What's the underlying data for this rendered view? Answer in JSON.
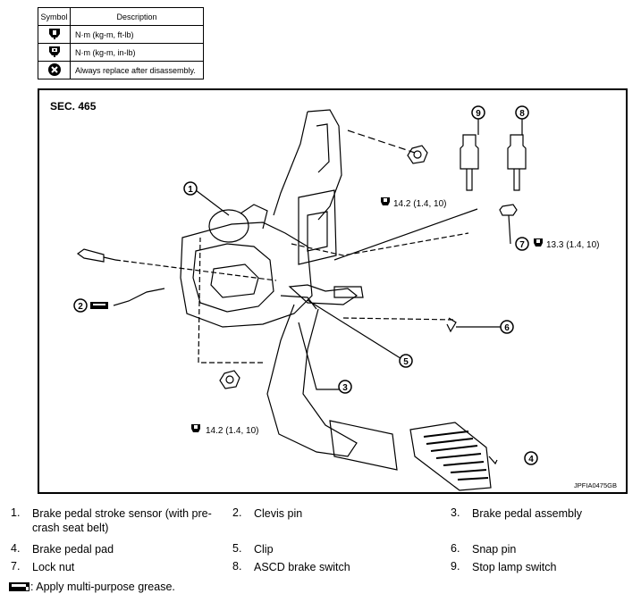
{
  "legend": {
    "header_symbol": "Symbol",
    "header_description": "Description",
    "rows": [
      {
        "icon": "torque-wrench-icon",
        "text": "N·m (kg-m, ft-lb)"
      },
      {
        "icon": "torque-wrench-inlb-icon",
        "text": "N·m (kg-m, in-lb)"
      },
      {
        "icon": "always-replace-icon",
        "text": "Always replace after disassembly."
      }
    ]
  },
  "diagram": {
    "section": "SEC. 465",
    "code": "JPFIA0475GB",
    "callouts": {
      "c1": "1",
      "c2": "2",
      "c3": "3",
      "c4": "4",
      "c5": "5",
      "c6": "6",
      "c7": "7",
      "c8": "8",
      "c9": "9"
    },
    "torques": {
      "upper_nut": "14.2 (1.4, 10)",
      "lock_nut": "13.3 (1.4, 10)",
      "lower_nut": "14.2 (1.4, 10)"
    }
  },
  "parts": [
    {
      "num": "1.",
      "name": "Brake pedal stroke sensor (with pre-crash seat belt)"
    },
    {
      "num": "2.",
      "name": "Clevis pin"
    },
    {
      "num": "3.",
      "name": "Brake pedal assembly"
    },
    {
      "num": "4.",
      "name": "Brake pedal pad"
    },
    {
      "num": "5.",
      "name": "Clip"
    },
    {
      "num": "6.",
      "name": "Snap pin"
    },
    {
      "num": "7.",
      "name": "Lock nut"
    },
    {
      "num": "8.",
      "name": "ASCD brake switch"
    },
    {
      "num": "9.",
      "name": "Stop lamp switch"
    }
  ],
  "note": ": Apply multi-purpose grease."
}
